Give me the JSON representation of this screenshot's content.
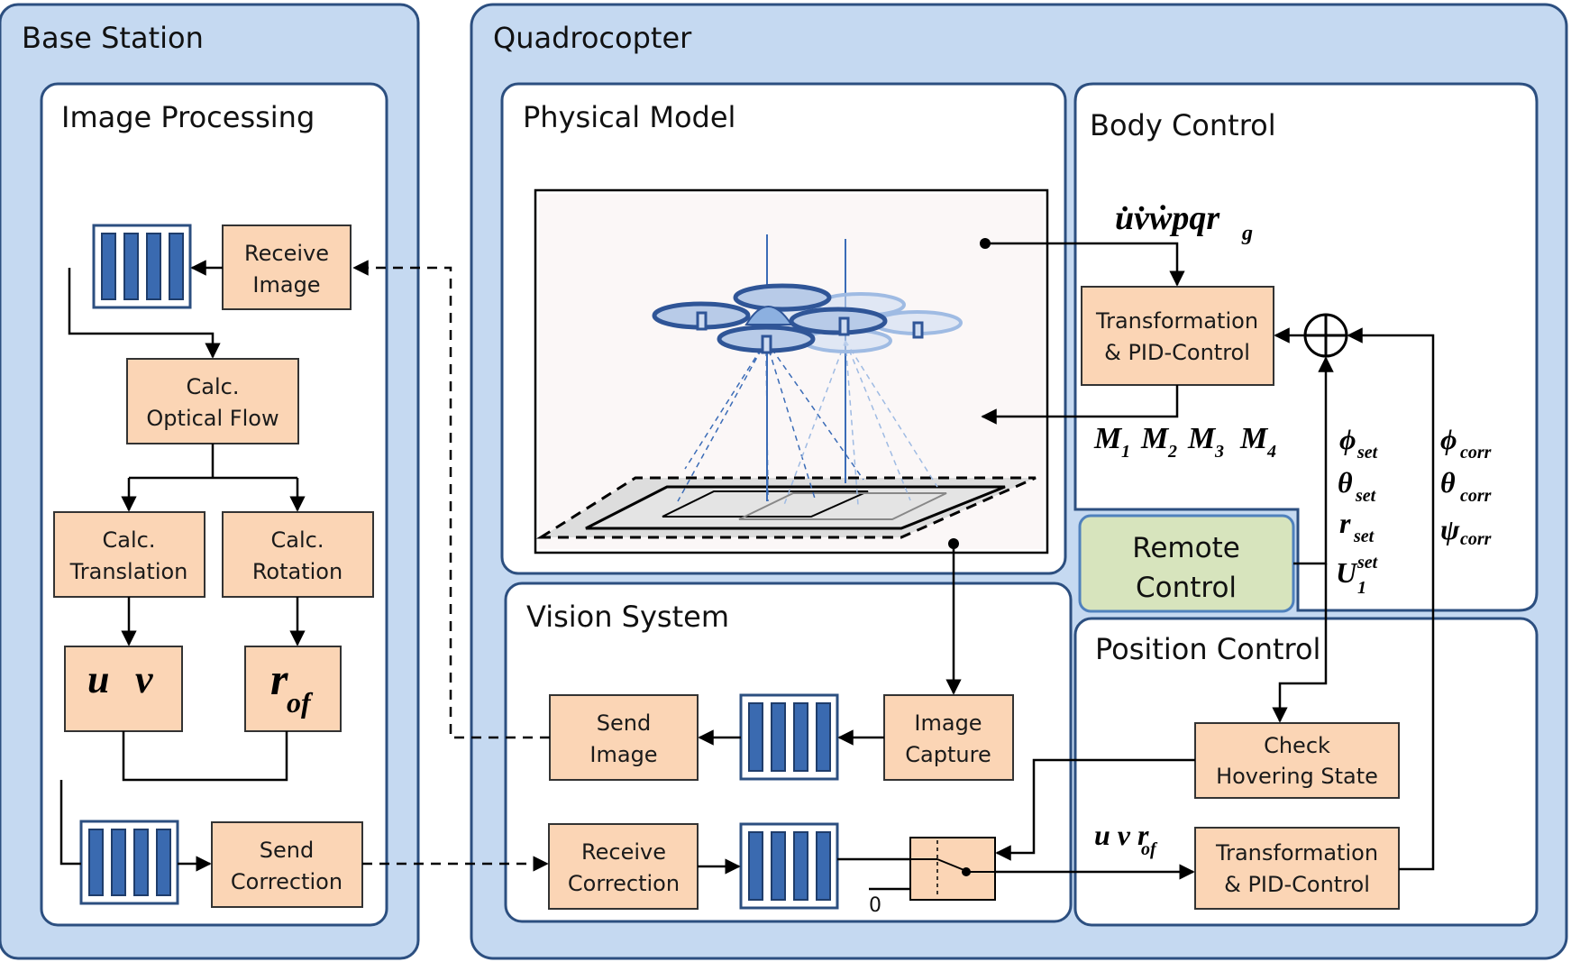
{
  "colors": {
    "outer_panel": "#c5d9f1",
    "panel_border": "#2c4f80",
    "inner_panel": "#ffffff",
    "block_fill": "#fbd5b5",
    "remote_fill": "#d7e4bd",
    "remote_border": "#4f81bd",
    "buffer_bar": "#3a6ab0",
    "drone": "#3b6cb7"
  },
  "sections": {
    "base_station": "Base Station",
    "quadrocopter": "Quadrocopter",
    "image_processing": "Image Processing",
    "physical_model": "Physical Model",
    "vision_system": "Vision System",
    "body_control": "Body Control",
    "position_control": "Position Control"
  },
  "blocks": {
    "receive_image": [
      "Receive",
      "Image"
    ],
    "calc_optical_flow": [
      "Calc.",
      "Optical Flow"
    ],
    "calc_translation": [
      "Calc.",
      "Translation"
    ],
    "calc_rotation": [
      "Calc.",
      "Rotation"
    ],
    "send_correction": [
      "Send",
      "Correction"
    ],
    "send_image": [
      "Send",
      "Image"
    ],
    "image_capture": [
      "Image",
      "Capture"
    ],
    "receive_correction": [
      "Receive",
      "Correction"
    ],
    "transformation_pid_body": [
      "Transformation",
      "& PID-Control"
    ],
    "remote_control": [
      "Remote",
      "Control"
    ],
    "check_hovering": [
      "Check",
      "Hovering State"
    ],
    "transformation_pid_position": [
      "Transformation",
      "& PID-Control"
    ]
  },
  "math": {
    "u": "u",
    "v": "v",
    "r": "r",
    "of": "of",
    "state_vector": "u̇v̇ẇpqr",
    "state_sub": "g",
    "motors": [
      "M",
      "M",
      "M",
      "M"
    ],
    "motor_subs": [
      "1",
      "2",
      "3",
      "4"
    ],
    "set_vars": [
      "ϕ",
      "θ",
      "r",
      "U"
    ],
    "set_sub": "set",
    "u1_sub": "1",
    "corr_vars": [
      "ϕ",
      "θ",
      "ψ"
    ],
    "corr_sub": "corr",
    "uvr_text": "u v r",
    "zero": "0"
  }
}
